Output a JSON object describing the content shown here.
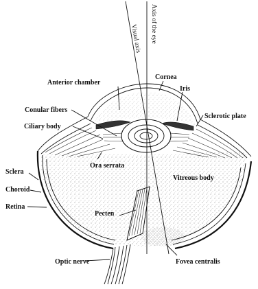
{
  "diagram": {
    "labels": {
      "axis_of_eye": "Axis of the eye",
      "visual_axis": "Visual axis",
      "anterior_chamber": "Anterior chamber",
      "cornea": "Cornea",
      "iris": "Iris",
      "conular_fibers": "Conular fibers",
      "ciliary_body": "Ciliary body",
      "sclerotic_plate": "Sclerotic plate",
      "ora_serrata": "Ora serrata",
      "sclera": "Sclera",
      "vitreous_body": "Vitreous body",
      "choroid": "Choroid",
      "retina": "Retina",
      "pecten": "Pecten",
      "optic_nerve": "Optic nerve",
      "fovea_centralis": "Fovea centralis"
    }
  }
}
